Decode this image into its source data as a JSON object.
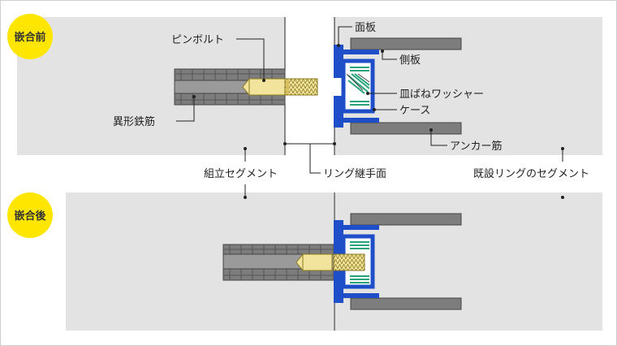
{
  "badges": {
    "before": "嵌合前",
    "after": "嵌合後"
  },
  "labels": {
    "pin_bolt": "ピンボルト",
    "face_plate": "面板",
    "side_plate": "側板",
    "disc_spring_washer": "皿ばねワッシャー",
    "case": "ケース",
    "deformed_rebar": "異形鉄筋",
    "anchor_rebar": "アンカー筋",
    "assembled_segment": "組立セグメント",
    "ring_joint_face": "リング継手面",
    "existing_ring_segment": "既設リングのセグメント"
  },
  "colors": {
    "panel_gray": "#e3e3e3",
    "rebar_gray": "#7d7d7d",
    "plate_blue": "#1f4fc8",
    "spring_green": "#2aa37a",
    "bolt_yellow": "#f2e49c",
    "badge_yellow": "#ffe600"
  }
}
